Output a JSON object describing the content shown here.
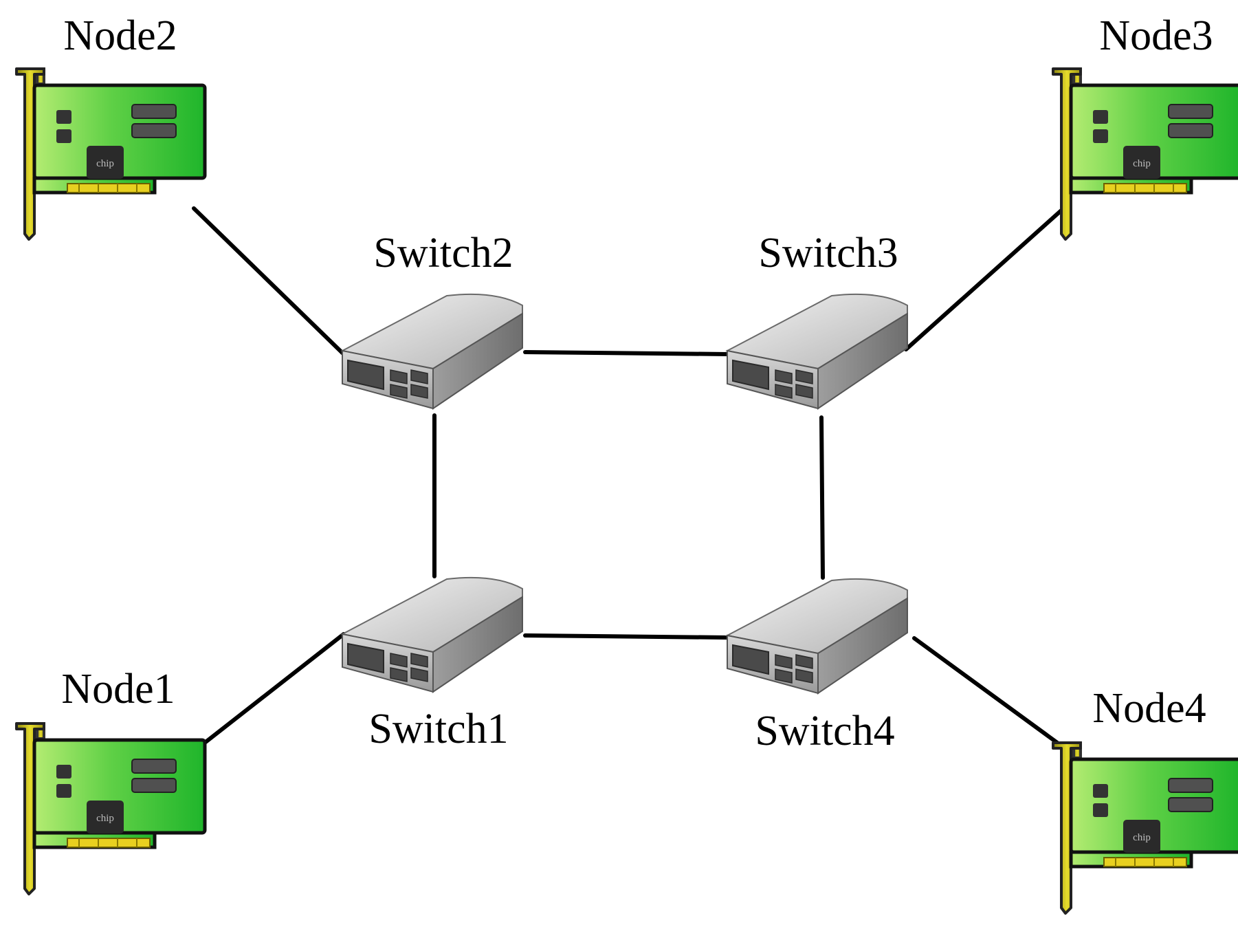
{
  "diagram": {
    "nodes": [
      {
        "id": "node2",
        "label": "Node2",
        "chip_text": "chip",
        "colors": {
          "board": "#33c43b",
          "board_light": "#a6e86a",
          "bracket": "#c8c020"
        }
      },
      {
        "id": "node3",
        "label": "Node3",
        "chip_text": "chip",
        "colors": {
          "board": "#33c43b",
          "board_light": "#a6e86a",
          "bracket": "#c8c020"
        }
      },
      {
        "id": "node1",
        "label": "Node1",
        "chip_text": "chip",
        "colors": {
          "board": "#33c43b",
          "board_light": "#a6e86a",
          "bracket": "#c8c020"
        }
      },
      {
        "id": "node4",
        "label": "Node4",
        "chip_text": "chip",
        "colors": {
          "board": "#33c43b",
          "board_light": "#a6e86a",
          "bracket": "#c8c020"
        }
      }
    ],
    "switches": [
      {
        "id": "switch2",
        "label": "Switch2"
      },
      {
        "id": "switch3",
        "label": "Switch3"
      },
      {
        "id": "switch1",
        "label": "Switch1"
      },
      {
        "id": "switch4",
        "label": "Switch4"
      }
    ],
    "links": [
      {
        "from": "node2",
        "to": "switch2"
      },
      {
        "from": "node3",
        "to": "switch3"
      },
      {
        "from": "node1",
        "to": "switch1"
      },
      {
        "from": "node4",
        "to": "switch4"
      },
      {
        "from": "switch2",
        "to": "switch3"
      },
      {
        "from": "switch1",
        "to": "switch4"
      },
      {
        "from": "switch2",
        "to": "switch1"
      },
      {
        "from": "switch3",
        "to": "switch4"
      }
    ],
    "colors": {
      "link": "#000000",
      "switch_body": "#c8c8c8",
      "switch_dark": "#555555",
      "label": "#000000"
    }
  }
}
